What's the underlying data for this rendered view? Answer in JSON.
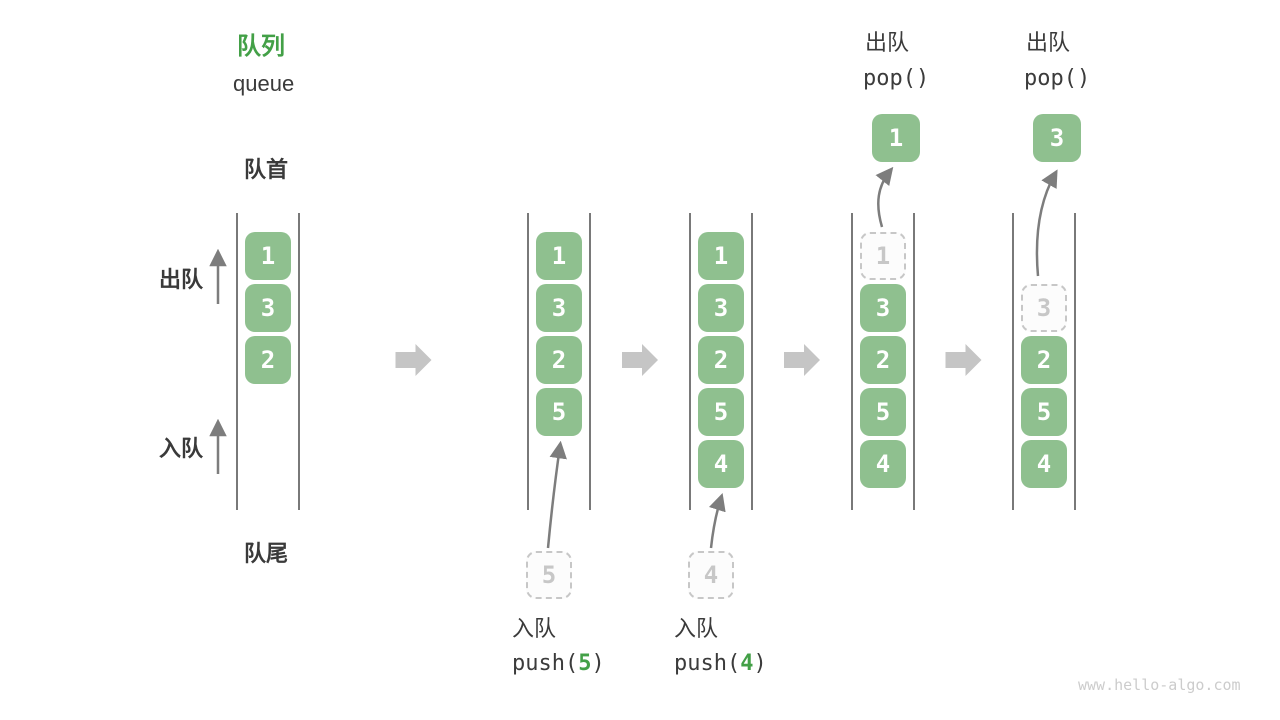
{
  "title": {
    "zh": "队列",
    "en": "queue"
  },
  "side_labels": {
    "front": "队首",
    "rear": "队尾",
    "dequeue": "出队",
    "enqueue": "入队"
  },
  "watermark": "www.hello-algo.com",
  "colors": {
    "green_box": "#8fc08f",
    "green_accent": "#43a047",
    "channel_line": "#4d4d4d",
    "flow_arrow": "#c5c5c5",
    "thin_arrow": "#7d7d7d",
    "dark_text": "#3b3b3b",
    "ghost": "#c7c7c7"
  },
  "columns": [
    {
      "slots": [
        {
          "value": "1",
          "style": "solid"
        },
        {
          "value": "3",
          "style": "solid"
        },
        {
          "value": "2",
          "style": "solid"
        }
      ]
    },
    {
      "slots": [
        {
          "value": "1",
          "style": "solid"
        },
        {
          "value": "3",
          "style": "solid"
        },
        {
          "value": "2",
          "style": "solid"
        },
        {
          "value": "5",
          "style": "solid"
        }
      ],
      "incoming": {
        "value": "5"
      },
      "op_bottom": {
        "label": "入队",
        "code_pre": "push(",
        "code_num": "5",
        "code_post": ")"
      }
    },
    {
      "slots": [
        {
          "value": "1",
          "style": "solid"
        },
        {
          "value": "3",
          "style": "solid"
        },
        {
          "value": "2",
          "style": "solid"
        },
        {
          "value": "5",
          "style": "solid"
        },
        {
          "value": "4",
          "style": "solid"
        }
      ],
      "incoming": {
        "value": "4"
      },
      "op_bottom": {
        "label": "入队",
        "code_pre": "push(",
        "code_num": "4",
        "code_post": ")"
      }
    },
    {
      "slots": [
        {
          "value": "1",
          "style": "dashed"
        },
        {
          "value": "3",
          "style": "solid"
        },
        {
          "value": "2",
          "style": "solid"
        },
        {
          "value": "5",
          "style": "solid"
        },
        {
          "value": "4",
          "style": "solid"
        }
      ],
      "popped": {
        "value": "1"
      },
      "op_top": {
        "label": "出队",
        "code": "pop()"
      }
    },
    {
      "slots": [
        null,
        {
          "value": "3",
          "style": "dashed"
        },
        {
          "value": "2",
          "style": "solid"
        },
        {
          "value": "5",
          "style": "solid"
        },
        {
          "value": "4",
          "style": "solid"
        }
      ],
      "popped": {
        "value": "3"
      },
      "op_top": {
        "label": "出队",
        "code": "pop()"
      }
    }
  ]
}
